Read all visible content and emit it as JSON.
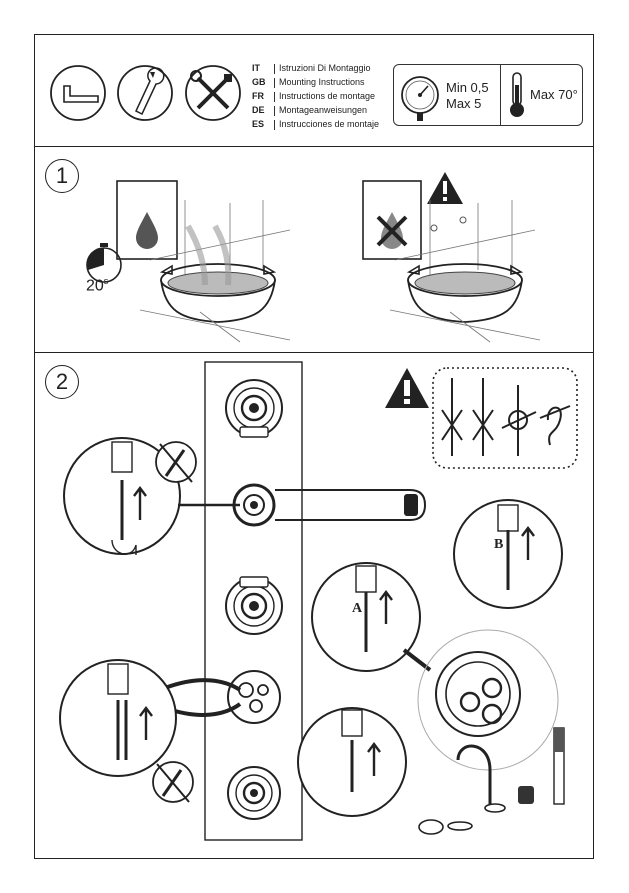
{
  "header": {
    "languages": [
      {
        "code": "IT",
        "label": "Istruzioni Di Montaggio"
      },
      {
        "code": "GB",
        "label": "Mounting Instructions"
      },
      {
        "code": "FR",
        "label": "Instructions de montage"
      },
      {
        "code": "DE",
        "label": "Montageanweisungen"
      },
      {
        "code": "ES",
        "label": "Instrucciones de montaje"
      }
    ],
    "pressure": {
      "min": "Min 0,5",
      "max": "Max 5"
    },
    "temperature": "Max 70°"
  },
  "step1": {
    "number": "1",
    "timer": "20",
    "timer_unit": "s"
  },
  "step2": {
    "number": "2",
    "label_a": "A",
    "label_b": "B"
  }
}
